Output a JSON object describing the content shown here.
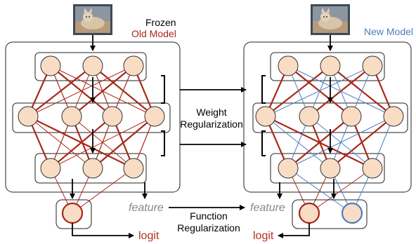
{
  "old_model": {
    "caption_frozen": "Frozen",
    "caption_name": "Old Model"
  },
  "new_model": {
    "caption_name": "New Model"
  },
  "labels": {
    "weight_regularization_line1": "Weight",
    "weight_regularization_line2": "Regularization",
    "function_regularization_line1": "Function",
    "function_regularization_line2": "Regularization",
    "feature_left": "feature",
    "feature_right": "feature",
    "logit_left": "logit",
    "logit_right": "logit"
  },
  "colors": {
    "node_fill": "#f9dcc4",
    "old_edge": "#a8281a",
    "new_edge": "#4a7fc0",
    "old_logit_ring": "#a8281a",
    "new_logit_ring": "#4a7fc0",
    "old_model_text": "#a8281a",
    "new_model_text": "#4a7fc0",
    "feature_text": "#888888",
    "logit_text": "#b5331f"
  },
  "icons": {
    "input_image": "cat-photo-icon"
  }
}
